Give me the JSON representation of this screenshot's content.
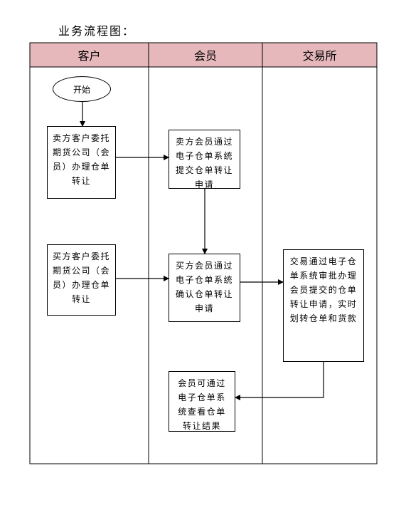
{
  "title": "业务流程图：",
  "lanes": [
    "客户",
    "会员",
    "交易所"
  ],
  "nodes": {
    "start": "开始",
    "seller_customer": "卖方客户委托期货公司（会员）办理仓单转让",
    "seller_member": "卖方会员通过电子仓单系统提交仓单转让申请",
    "buyer_customer": "买方客户委托期货公司（会员）办理仓单转让",
    "buyer_member": "买方会员通过电子仓单系统确认仓单转让申请",
    "exchange_approve": "交易通过电子仓单系统审批办理会员提交的仓单转让申请，实时划转仓单和货款",
    "member_view": "会员可通过电子仓单系统查看仓单转让结果"
  },
  "colors": {
    "lane_header": "#e6b8bc",
    "line": "#000000"
  }
}
